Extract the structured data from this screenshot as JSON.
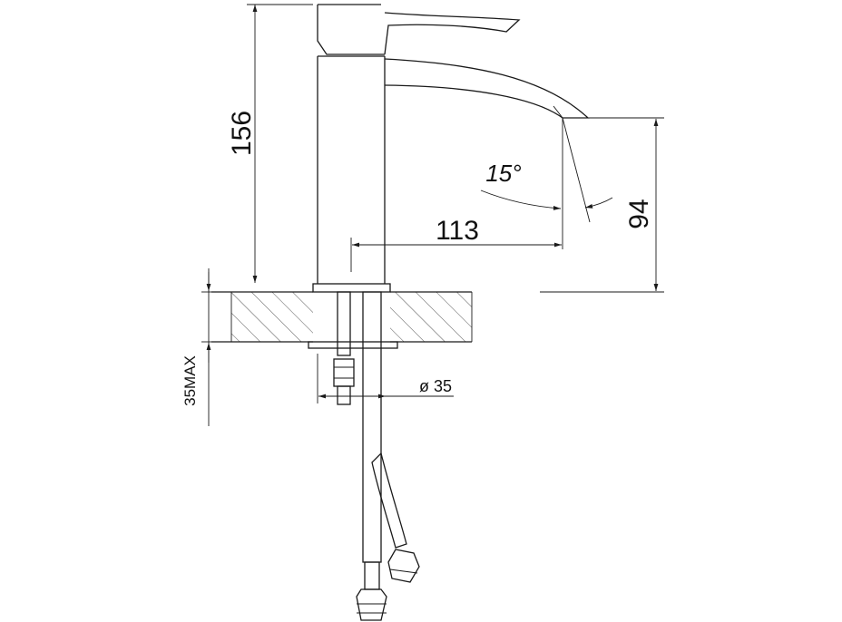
{
  "dimensions": {
    "overall_height": "156",
    "spout_reach": "113",
    "spout_height": "94",
    "spout_angle": "15°",
    "hole_diameter": "ø 35",
    "max_counter_thickness": "35MAX"
  },
  "colors": {
    "line": "#1a1a1a",
    "hatch": "#555555",
    "background": "#ffffff"
  }
}
